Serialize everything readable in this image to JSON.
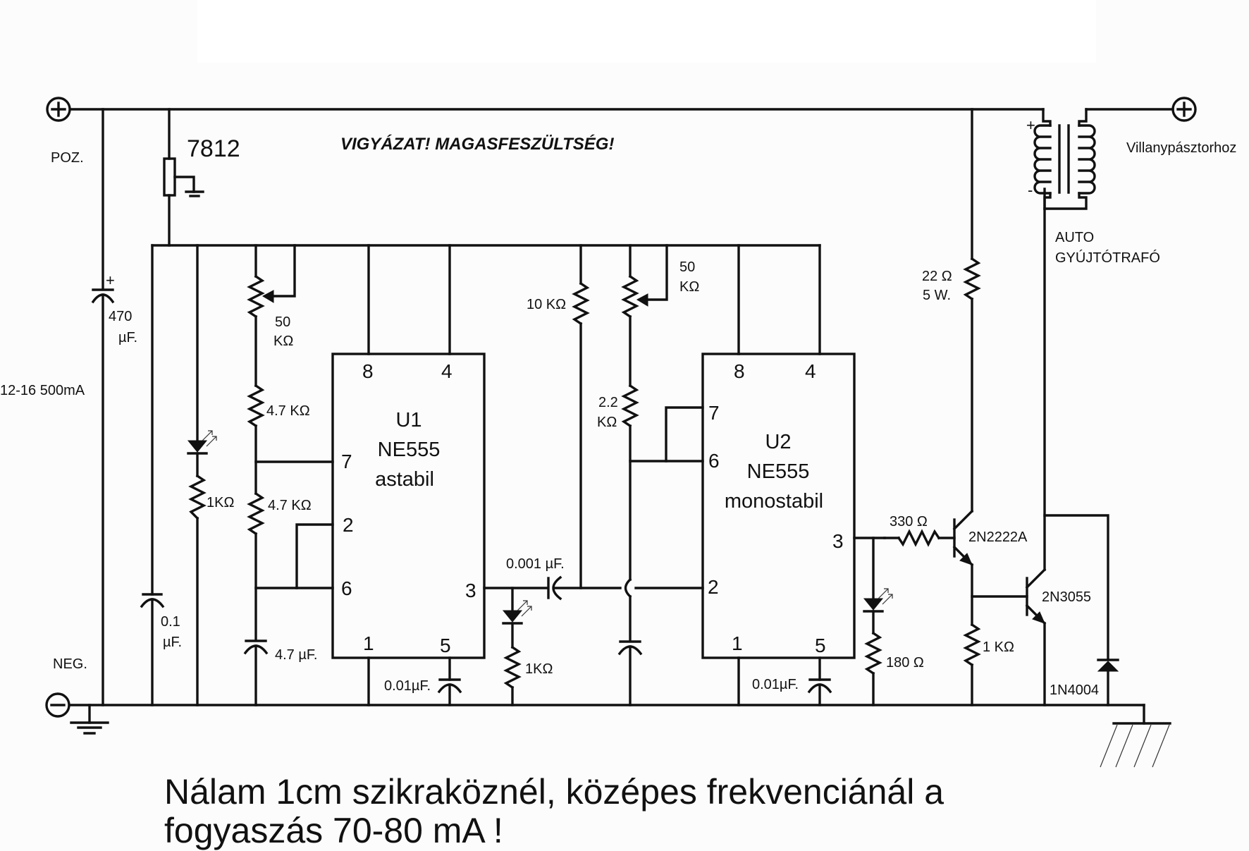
{
  "title": "VIGYÁZAT! MAGASFESZÜLTSÉG!",
  "power": {
    "pos_label": "POZ.",
    "neg_label": "NEG.",
    "supply_label": "12-16 500mA",
    "pos_symbol": "+",
    "neg_symbol": "−"
  },
  "regulator": {
    "label": "7812"
  },
  "components": {
    "c_470": {
      "value_line1": "470",
      "value_line2": "µF.",
      "polarity": "+"
    },
    "c_01": {
      "value_line1": "0.1",
      "value_line2": "µF."
    },
    "r_led1": {
      "value": "1KΩ"
    },
    "pot1": {
      "value_line1": "50",
      "value_line2": "KΩ"
    },
    "r_47a": {
      "value": "4.7 KΩ"
    },
    "r_47b": {
      "value": "4.7 KΩ"
    },
    "c_47": {
      "value": "4.7 µF."
    },
    "c_001a": {
      "value": "0.01µF."
    },
    "c_0001": {
      "value": "0.001 µF."
    },
    "r_led2": {
      "value": "1KΩ"
    },
    "r_10k": {
      "value": "10 KΩ"
    },
    "pot2": {
      "value_line1": "50",
      "value_line2": "KΩ"
    },
    "r_22k": {
      "value_line1": "2.2",
      "value_line2": "KΩ"
    },
    "c_001b": {
      "value": "0.01µF."
    },
    "r_330": {
      "value": "330 Ω"
    },
    "r_180": {
      "value": "180 Ω"
    },
    "r_1k": {
      "value": "1 KΩ"
    },
    "r_22": {
      "value_line1": "22 Ω",
      "value_line2": "5 W."
    },
    "q1": {
      "label": "2N2222A"
    },
    "q2": {
      "label": "2N3055"
    },
    "d1": {
      "label": "1N4004"
    }
  },
  "u1": {
    "line1": "U1",
    "line2": "NE555",
    "line3": "astabil",
    "pins": {
      "p8": "8",
      "p4": "4",
      "p7": "7",
      "p2": "2",
      "p6": "6",
      "p3": "3",
      "p1": "1",
      "p5": "5"
    }
  },
  "u2": {
    "line1": "U2",
    "line2": "NE555",
    "line3": "monostabil",
    "pins": {
      "p8": "8",
      "p4": "4",
      "p7": "7",
      "p6": "6",
      "p2": "2",
      "p3": "3",
      "p1": "1",
      "p5": "5"
    }
  },
  "transformer": {
    "label_line1": "AUTO",
    "label_line2": "GYÚJTÓTRAFÓ",
    "plus": "+",
    "minus": "-"
  },
  "output": {
    "label": "Villanypásztorhoz",
    "symbol": "+"
  },
  "note": {
    "line1": "Nálam 1cm szikraköznél, középes frekvenciánál a",
    "line2": "fogyaszás 70-80 mA !"
  }
}
